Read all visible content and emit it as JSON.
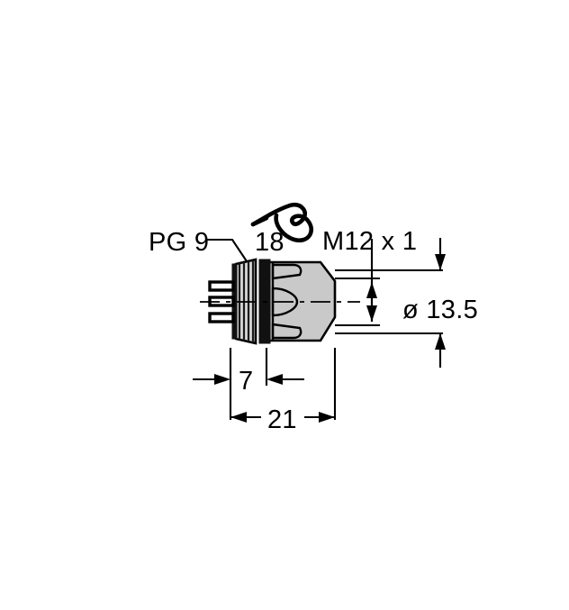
{
  "drawing": {
    "title": "M12 connector dimensional drawing",
    "background_color": "#ffffff",
    "line_color": "#000000",
    "body_color": "#c9c9c9",
    "dark_color": "#111111",
    "labels": {
      "pg_thread": "PG 9",
      "wrench_size": "18",
      "front_thread": "M12 x 1",
      "diameter": "ø 13.5",
      "length_short": "7",
      "length_total": "21"
    },
    "icons": {
      "wrench": "wrench-icon"
    },
    "annotations": [
      {
        "name": "pg-thread-callout",
        "text": "PG 9",
        "kind": "leader-label"
      },
      {
        "name": "wrench-size-label",
        "text": "18",
        "kind": "tool-size"
      },
      {
        "name": "front-thread-label",
        "text": "M12 x 1",
        "kind": "thread-spec"
      },
      {
        "name": "diameter-label",
        "text": "ø 13.5",
        "kind": "diameter-dimension"
      },
      {
        "name": "short-length-dimension",
        "text": "7",
        "kind": "linear-dimension"
      },
      {
        "name": "total-length-dimension",
        "text": "21",
        "kind": "linear-dimension"
      }
    ]
  }
}
